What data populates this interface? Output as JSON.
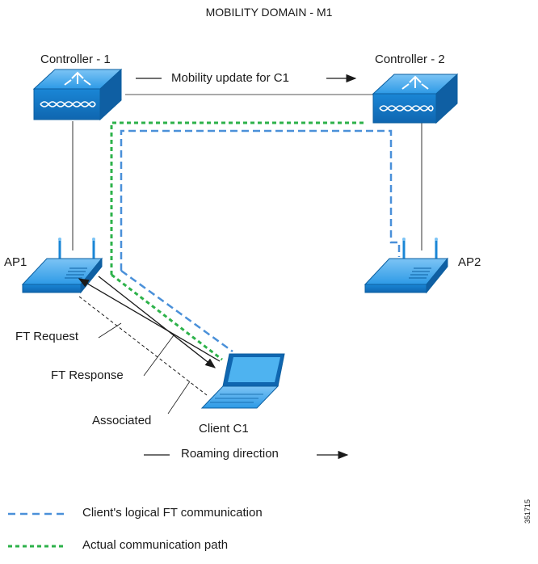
{
  "title": "MOBILITY DOMAIN - M1",
  "controllers": [
    {
      "label": "Controller - 1",
      "icon": "wireless-controller-icon"
    },
    {
      "label": "Controller - 2",
      "icon": "wireless-controller-icon"
    }
  ],
  "mobility_update_label": "Mobility update for C1",
  "access_points": [
    {
      "label": "AP1",
      "icon": "access-point-icon"
    },
    {
      "label": "AP2",
      "icon": "access-point-icon"
    }
  ],
  "client_label": "Client C1",
  "flow_labels": {
    "ft_request": "FT Request",
    "ft_response": "FT Response",
    "associated": "Associated"
  },
  "roaming_label": "Roaming direction",
  "legend": [
    {
      "label": "Client's logical FT communication",
      "color": "#4a90d9",
      "style": "dashed"
    },
    {
      "label": "Actual communication path",
      "color": "#2db24a",
      "style": "dotted"
    }
  ],
  "figure_id": "351715",
  "colors": {
    "device_blue": "#1e90e0",
    "logical_path": "#4a90d9",
    "actual_path": "#2db24a"
  }
}
